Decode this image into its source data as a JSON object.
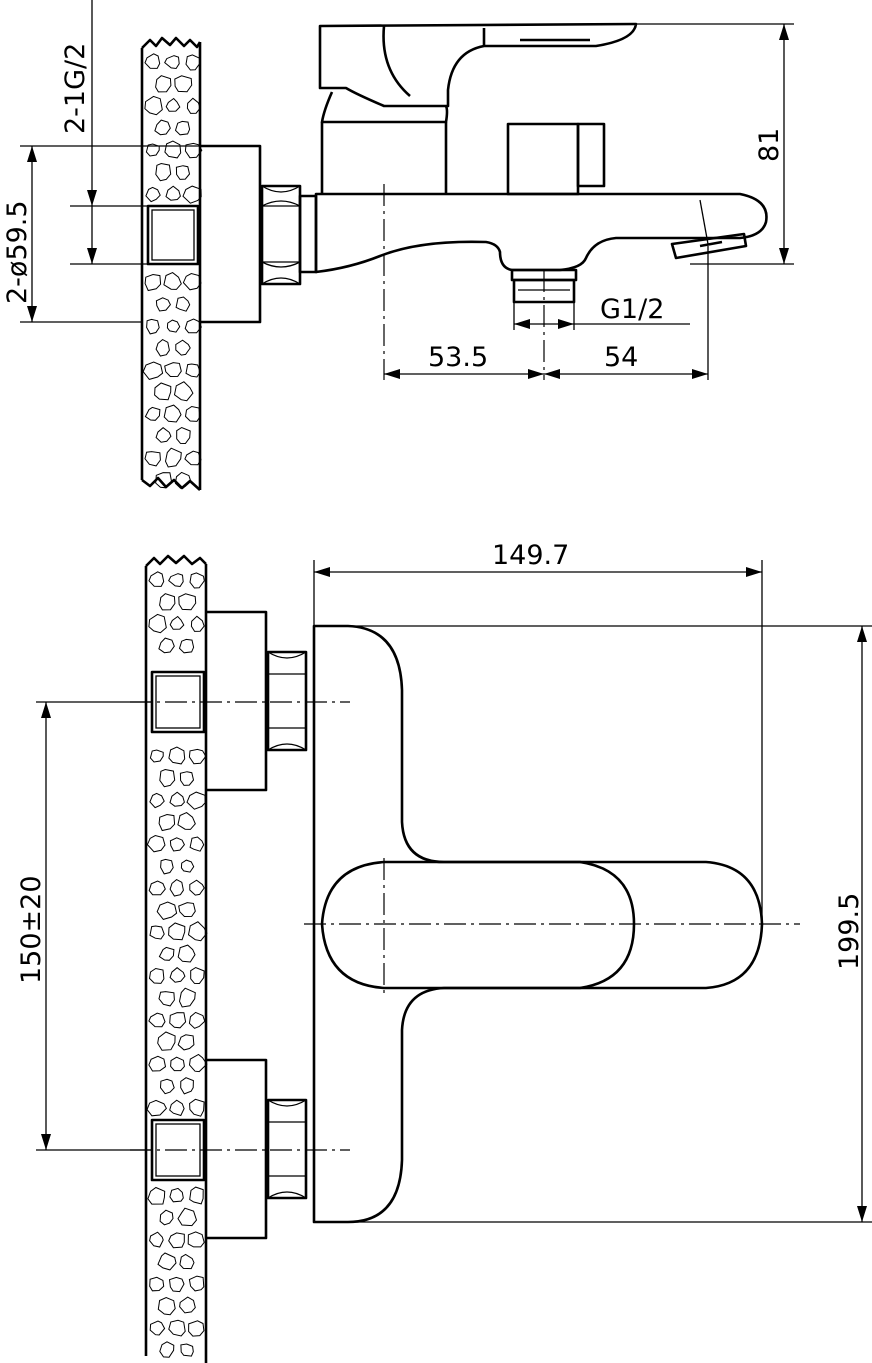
{
  "drawing": {
    "side_view": {
      "dim_thread_pair": "2-1G/2",
      "dim_flange_diameter": "2-ø59.5",
      "dim_height": "81",
      "dim_outlet_thread": "G1/2",
      "dim_left_offset": "53.5",
      "dim_spout_offset": "54"
    },
    "front_view": {
      "dim_total_width": "149.7",
      "dim_center_distance": "150±20",
      "dim_total_height": "199.5"
    }
  }
}
